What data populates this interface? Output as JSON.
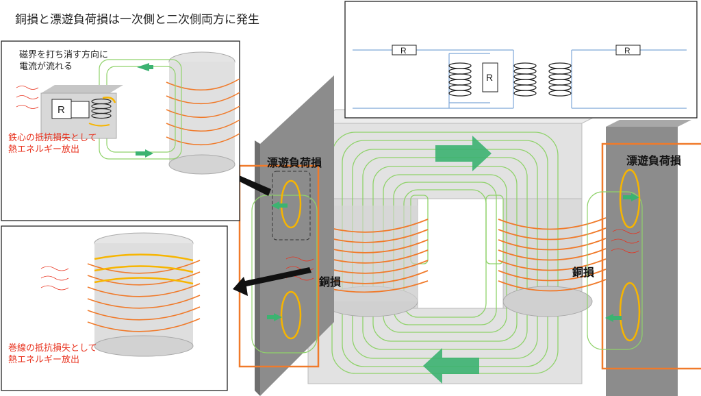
{
  "title": "銅損と漂遊負荷損は一次側と二次側両方に発生",
  "inset_core": {
    "note": "磁界を打ち消す方向に\n電流が流れる",
    "resistor_label": "R",
    "loss_text": "鉄心の抵抗損失として\n熱エネルギー放出"
  },
  "inset_coil": {
    "loss_text": "巻線の抵抗損失として\n熱エネルギー放出"
  },
  "circuit": {
    "r_primary": "R",
    "r_shunt": "R",
    "r_secondary": "R"
  },
  "labels": {
    "stray_left": "漂遊負荷損",
    "stray_right": "漂遊負荷損",
    "copper_left": "銅損",
    "copper_right": "銅損"
  },
  "icons": [
    "flux-arrow-icon",
    "eddy-current-icon",
    "pointer-arrow-icon",
    "heat-wave-icon",
    "coil-icon",
    "resistor-icon"
  ],
  "colors": {
    "coil": "#f07a2a",
    "flux": "#8fd26a",
    "flux_arrow": "#3cb371",
    "eddy": "#f7b500",
    "core": "#dcdcdc",
    "plate": "#8c8c8c",
    "circuit_line": "#7da6d8",
    "loss_text": "#e8301c"
  }
}
